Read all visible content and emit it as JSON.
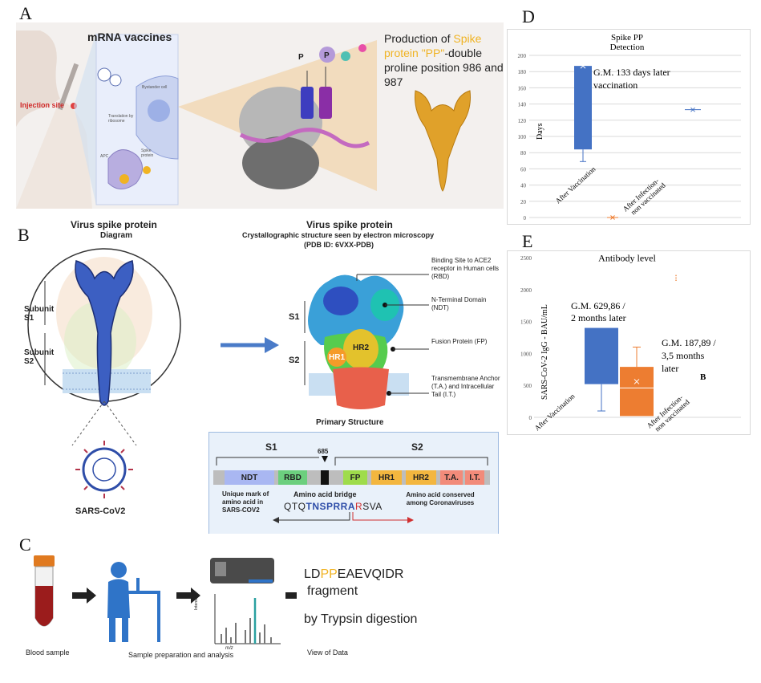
{
  "panel_letters": {
    "a": "A",
    "b": "B",
    "c": "C",
    "d": "D",
    "e": "E"
  },
  "panelA": {
    "title": "mRNA vaccines",
    "injection_site": "Injection site",
    "bystander": "Bystander cell",
    "translation": "Translation by ribosome",
    "spike_label": "Spike protein",
    "apc": "APC",
    "production_pre": "Production of ",
    "production_highlight": "Spike protein \"PP\"",
    "production_post": "-double proline position 986 and 987",
    "p1": "P",
    "p2": "P"
  },
  "panelB": {
    "diagram_title": "Virus spike protein",
    "diagram_sub": "Diagram",
    "subunit_s1": "Subunit S1",
    "subunit_s2": "Subunit S2",
    "virus_label": "SARS-CoV2",
    "cryst_title": "Virus spike protein",
    "cryst_sub": "Crystallographic structure seen by electron microscopy",
    "cryst_pdb": "(PDB ID: 6VXX-PDB)",
    "s1": "S1",
    "s2": "S2",
    "hr1": "HR1",
    "hr2": "HR2",
    "ann_binding": "Binding Site to ACE2 receptor in Human cells (RBD)",
    "ann_ntd": "N-Terminal Domain (NDT)",
    "ann_fusion": "Fusion Protein (FP)",
    "ann_trans": "Transmembrane Anchor (T.A.) and Intracellular Tail (I.T.)",
    "primary_structure": "Primary Structure",
    "ps_s1": "S1",
    "ps_s2": "S2",
    "ps_685": "685",
    "seg_ndt": "NDT",
    "seg_rbd": "RBD",
    "seg_fp": "FP",
    "seg_hr1": "HR1",
    "seg_hr2": "HR2",
    "seg_ta": "T.A.",
    "seg_it": "I.T.",
    "bridge": "Amino acid bridge",
    "seq_a": "QTQ",
    "seq_b": "TNSPRRA",
    "seq_c": "R",
    "seq_d": "SVA",
    "unique_mark": "Unique mark of amino acid in SARS-COV2",
    "conserved": "Amino acid conserved among Coronaviruses"
  },
  "panelC": {
    "blood": "Blood sample",
    "prep": "Sample preparation and analysis",
    "view": "View of Data",
    "frag_pre": "LD",
    "frag_pp": "PP",
    "frag_post": "EAEVQIDR",
    "fragment": "fragment",
    "trypsin": "by Trypsin digestion",
    "intensity": "Intensity",
    "mz": "m/z"
  },
  "colors": {
    "blue": "#4472c4",
    "orange": "#ed7d31",
    "highlight": "#f0b323",
    "seg_ndt": "#a9b7f2",
    "seg_rbd": "#6ccf7e",
    "seg_fp": "#9fdc4b",
    "seg_hr1": "#f3b63f",
    "seg_hr2": "#f3b63f",
    "seg_ta": "#f28b7a",
    "seg_it": "#f28b7a"
  },
  "chart_data": [
    {
      "type": "box",
      "title": "Spike PP Detection",
      "ylabel": "Days",
      "ylim": [
        0,
        200
      ],
      "yticks": [
        0,
        20,
        40,
        60,
        80,
        100,
        120,
        140,
        160,
        180,
        200
      ],
      "categories": [
        "After Vaccination",
        "After Infection-non vaccinated"
      ],
      "series": [
        {
          "category": "After Vaccination",
          "whisker_low": 69,
          "q1": 84,
          "q3": 187,
          "whisker_high": 187,
          "mean": 187
        },
        {
          "category": "After Infection-non vaccinated",
          "value": 133,
          "mean": 133
        }
      ],
      "extra_marker": {
        "category": "After Vaccination",
        "value": 0
      },
      "annotation": "G.M. 133 days later vaccination"
    },
    {
      "type": "box",
      "title": "Antibody level",
      "ylabel": "SARS-CoV-2 IgG - BAU/mL",
      "ylim": [
        0,
        2500
      ],
      "yticks": [
        0,
        500,
        1000,
        1500,
        2000,
        2500
      ],
      "categories": [
        "After Vaccination",
        "After Infection-non vaccinated"
      ],
      "series": [
        {
          "category": "After Vaccination",
          "whisker_low": 100,
          "q1": 520,
          "q3": 1400,
          "whisker_high": 1400
        },
        {
          "category": "After Infection-non vaccinated",
          "whisker_low": 20,
          "q1": 20,
          "median": 460,
          "mean": 560,
          "q3": 790,
          "whisker_high": 1100,
          "outliers": [
            2180
          ]
        }
      ],
      "annotations": [
        "G.M. 629,86 / 2  months later",
        "G.M. 187,89 / 3,5  months later",
        "B"
      ]
    }
  ]
}
